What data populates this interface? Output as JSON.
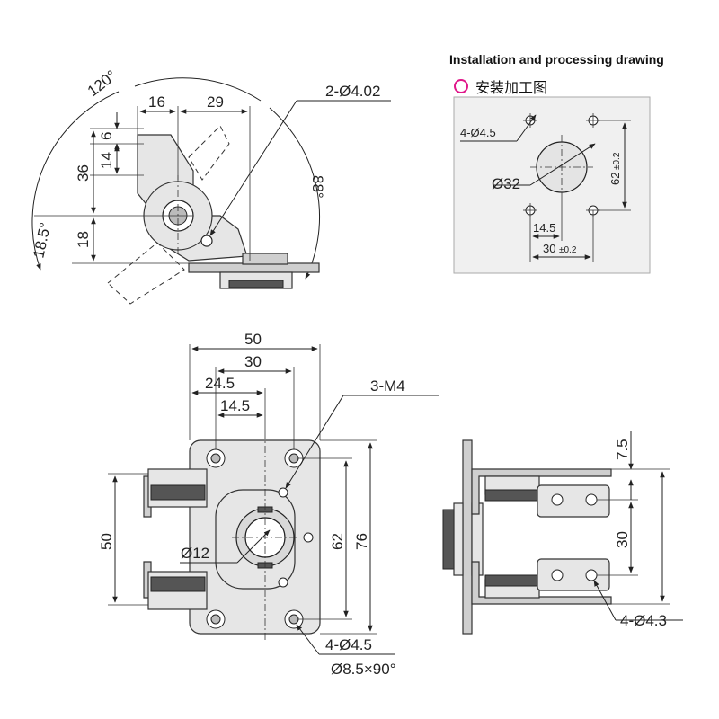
{
  "panel": {
    "title_en": "Installation and processing drawing",
    "title_cn": "安装加工图",
    "marker_icon": "magenta-ring-icon",
    "marker_color": "#e0178a",
    "hole_label": "4-Ø4.5",
    "center_label": "Ø32",
    "dim_vertical_base": "62",
    "dim_vertical_tol": "±0.2",
    "dim_horizontal_small": "14.5",
    "dim_horizontal_base": "30",
    "dim_horizontal_tol": "±0.2"
  },
  "side_view": {
    "angle_top": "120°",
    "angle_right": "88°",
    "angle_left": "18.5°",
    "dim_16": "16",
    "dim_29": "29",
    "dim_6": "6",
    "dim_14": "14",
    "dim_36": "36",
    "dim_18": "18",
    "pin_label": "2-Ø4.02"
  },
  "front_view": {
    "dim_50_top": "50",
    "dim_30": "30",
    "dim_24_5": "24.5",
    "dim_14_5": "14.5",
    "thread_label": "3-M4",
    "dim_50_left": "50",
    "dim_62": "62",
    "dim_76": "76",
    "bore_label": "Ø12",
    "hole_label": "4-Ø4.5",
    "csk_label": "Ø8.5×90°"
  },
  "end_view": {
    "dim_7_5": "7.5",
    "dim_30": "30",
    "hole_label": "4-Ø4.3"
  }
}
